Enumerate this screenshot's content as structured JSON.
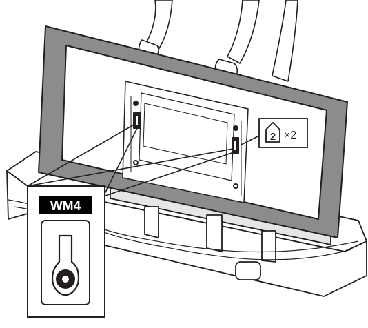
{
  "callout": {
    "label": "WM4"
  },
  "part_badge": {
    "part_number": "2",
    "quantity": "×2"
  },
  "colors": {
    "line": "#231f20",
    "frame_fill": "#8c8c8c",
    "panel_fill": "#ffffff",
    "label_bg": "#000000",
    "label_text": "#ffffff"
  },
  "icons": {
    "hands": "hands-holding-tv",
    "bracket": "wall-mount-bracket-icon",
    "part_box": "part-number-box-icon"
  }
}
